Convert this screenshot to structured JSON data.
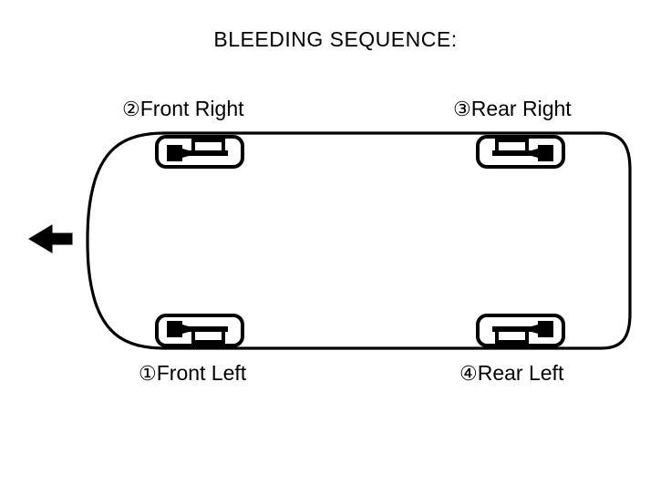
{
  "diagram": {
    "title": "BLEEDING SEQUENCE:",
    "type": "vehicle-brake-bleeding-sequence",
    "orientation_marker": {
      "icon": "left-arrow-icon",
      "direction": "left",
      "meaning": "vehicle front direction"
    },
    "vehicle_outline": {
      "shape": "rounded-vehicle-body-top-view",
      "stroke_color": "#000000"
    },
    "wheels": [
      {
        "id": "front-right",
        "sequence": "②",
        "sequence_number": 2,
        "label": "Front Right",
        "position": "top-left",
        "caliper_icon": "brake-caliper-icon",
        "caliper_orientation": "left-outboard-top"
      },
      {
        "id": "rear-right",
        "sequence": "③",
        "sequence_number": 3,
        "label": "Rear Right",
        "position": "top-right",
        "caliper_icon": "brake-caliper-icon",
        "caliper_orientation": "right-outboard-top"
      },
      {
        "id": "front-left",
        "sequence": "①",
        "sequence_number": 1,
        "label": "Front Left",
        "position": "bottom-left",
        "caliper_icon": "brake-caliper-icon",
        "caliper_orientation": "left-outboard-bottom"
      },
      {
        "id": "rear-left",
        "sequence": "④",
        "sequence_number": 4,
        "label": "Rear Left",
        "position": "bottom-right",
        "caliper_icon": "brake-caliper-icon",
        "caliper_orientation": "right-outboard-bottom"
      }
    ],
    "colors": {
      "ink": "#000000",
      "background": "#ffffff"
    }
  }
}
